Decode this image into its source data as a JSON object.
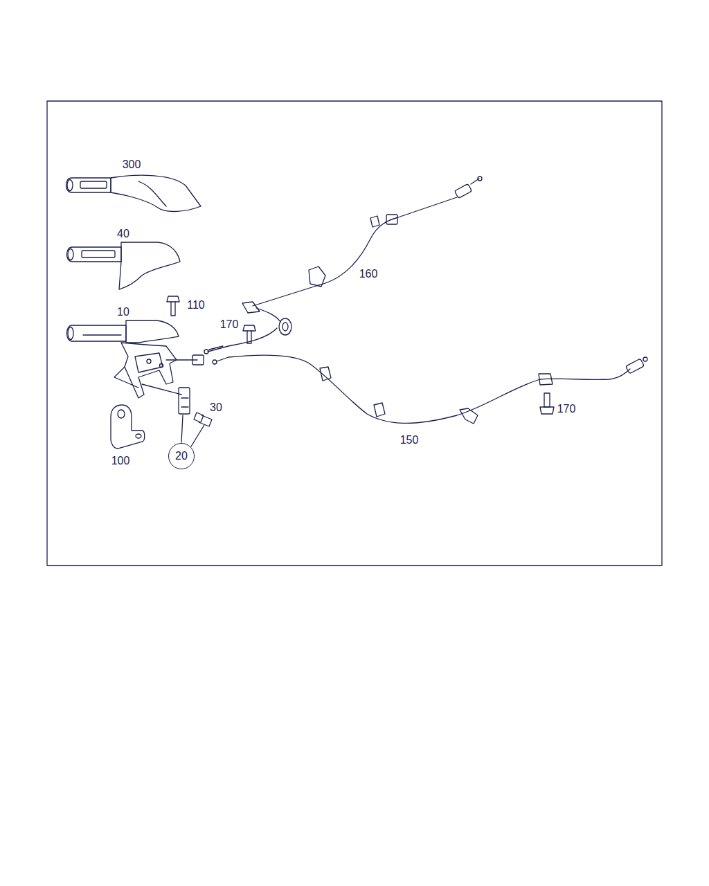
{
  "diagram": {
    "nodes": [
      {
        "text": [
          "20"
        ]
      }
    ],
    "labels": [
      "300",
      "40",
      "110",
      "10",
      "160",
      "170",
      "30",
      "100",
      "150",
      "170"
    ]
  }
}
